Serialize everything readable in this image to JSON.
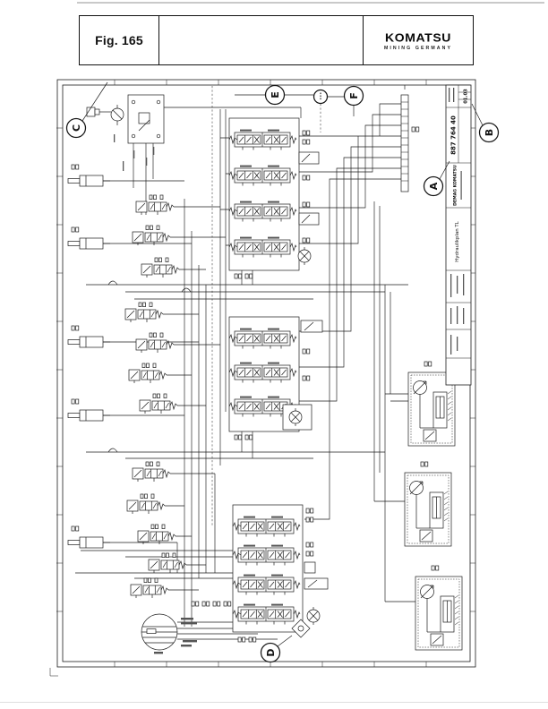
{
  "header": {
    "fig_label": "Fig. 165",
    "brand": "KOMATSU",
    "brand_subtitle": "MINING GERMANY"
  },
  "diagram": {
    "refs": {
      "a": "A",
      "b": "B",
      "c": "C",
      "d": "D",
      "e": "E",
      "f": "F"
    },
    "title_block": {
      "drawing_number": "887 764 40",
      "date": "01.03",
      "company": "DEMAG KOMATSU",
      "doc_title": "Hydraulikplan TL"
    }
  }
}
